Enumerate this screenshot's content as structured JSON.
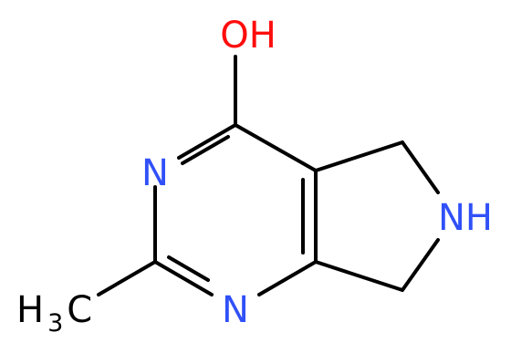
{
  "colors": {
    "background": "#ffffff",
    "bond": "#000000",
    "nitrogen": "#3050f8",
    "oxygen": "#ff0d0d",
    "carbon": "#000000"
  },
  "atoms": {
    "hydroxyl": {
      "label": "OH"
    },
    "pyrimidine_n_upper": {
      "label": "N"
    },
    "pyrimidine_n_lower": {
      "label": "N"
    },
    "pyrrolidine_nh": {
      "label": "NH"
    },
    "methyl": {
      "main": "H",
      "sub": "3",
      "tail": "C"
    }
  }
}
